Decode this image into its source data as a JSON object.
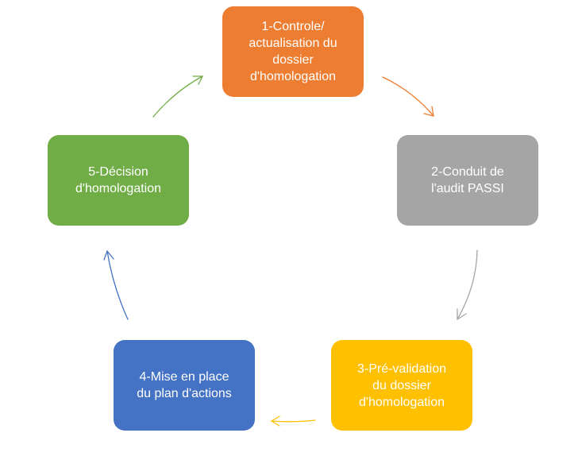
{
  "steps": [
    {
      "label": "1-Controle/\nactualisation du\ndossier\nd'homologation",
      "color": "#ED7D31"
    },
    {
      "label": "2-Conduit de\nl'audit PASSI",
      "color": "#A5A5A5"
    },
    {
      "label": "3-Pré-validation\ndu dossier\nd'homologation",
      "color": "#FFC000"
    },
    {
      "label": "4-Mise en place\ndu plan d'actions",
      "color": "#4472C4"
    },
    {
      "label": "5-Décision\nd'homologation",
      "color": "#70AD47"
    }
  ]
}
